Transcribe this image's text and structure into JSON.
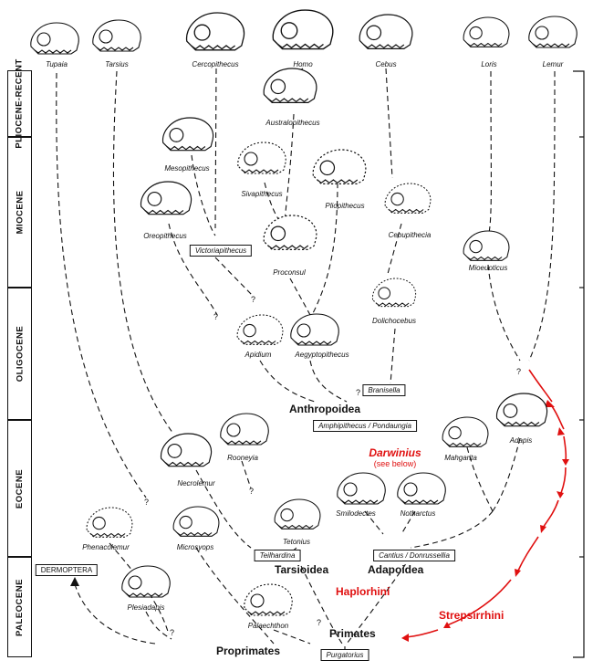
{
  "epochs": [
    "PLIOCENE-RECENT",
    "MIOCENE",
    "OLIGOCENE",
    "EOCENE",
    "PALEOCENE"
  ],
  "top_taxa": [
    "Tupaia",
    "Tarsius",
    "Cercopithecus",
    "Homo",
    "Cebus",
    "Loris",
    "Lemur"
  ],
  "fossil_taxa": {
    "australopithecus": "Australopithecus",
    "mesopithecus": "Mesopithecus",
    "sivapithecus": "Sivapithecus",
    "pliopithecus": "Pliopithecus",
    "oreopithecus": "Oreopithecus",
    "cebupithecia": "Cebupithecia",
    "proconsul": "Proconsul",
    "mioeuoticus": "Mioeuoticus",
    "dolichocebus": "Dolichocebus",
    "apidium": "Apidium",
    "aegyptopithecus": "Aegyptopithecus",
    "rooneyia": "Rooneyia",
    "necrolemur": "Necrolemur",
    "mahgarita": "Mahgarita",
    "adapis": "Adapis",
    "smilodectes": "Smilodectes",
    "notharctus": "Notharctus",
    "phenacolemur": "Phenacolemur",
    "microsyops": "Microsyops",
    "tetonius": "Tetonius",
    "plesiadapis": "Plesiadapis",
    "palaechthon": "Palaechthon"
  },
  "boxed_taxa": {
    "victoriapithecus": "Victoriapithecus",
    "branisella": "Branisella",
    "amphipithecus": "Amphipithecus / Pondaungia",
    "teilhardina": "Teilhardina",
    "cantius": "Cantius / Donrussellia",
    "dermoptera": "DERMOPTERA",
    "purgatorius": "Purgatorius"
  },
  "groups": {
    "anthropoidea": "Anthropoidea",
    "tarsioidea": "Tarsioidea",
    "adapoidea": "Adapoidea",
    "haplorhini": "Haplorhini",
    "strepsirrhini": "Strepsirrhini",
    "primates": "Primates",
    "proprimates": "Proprimates"
  },
  "darwinius": {
    "name": "Darwinius",
    "note": "(see below)"
  },
  "question_mark": "?",
  "colors": {
    "ink": "#111111",
    "highlight": "#e01010",
    "background": "#ffffff"
  }
}
